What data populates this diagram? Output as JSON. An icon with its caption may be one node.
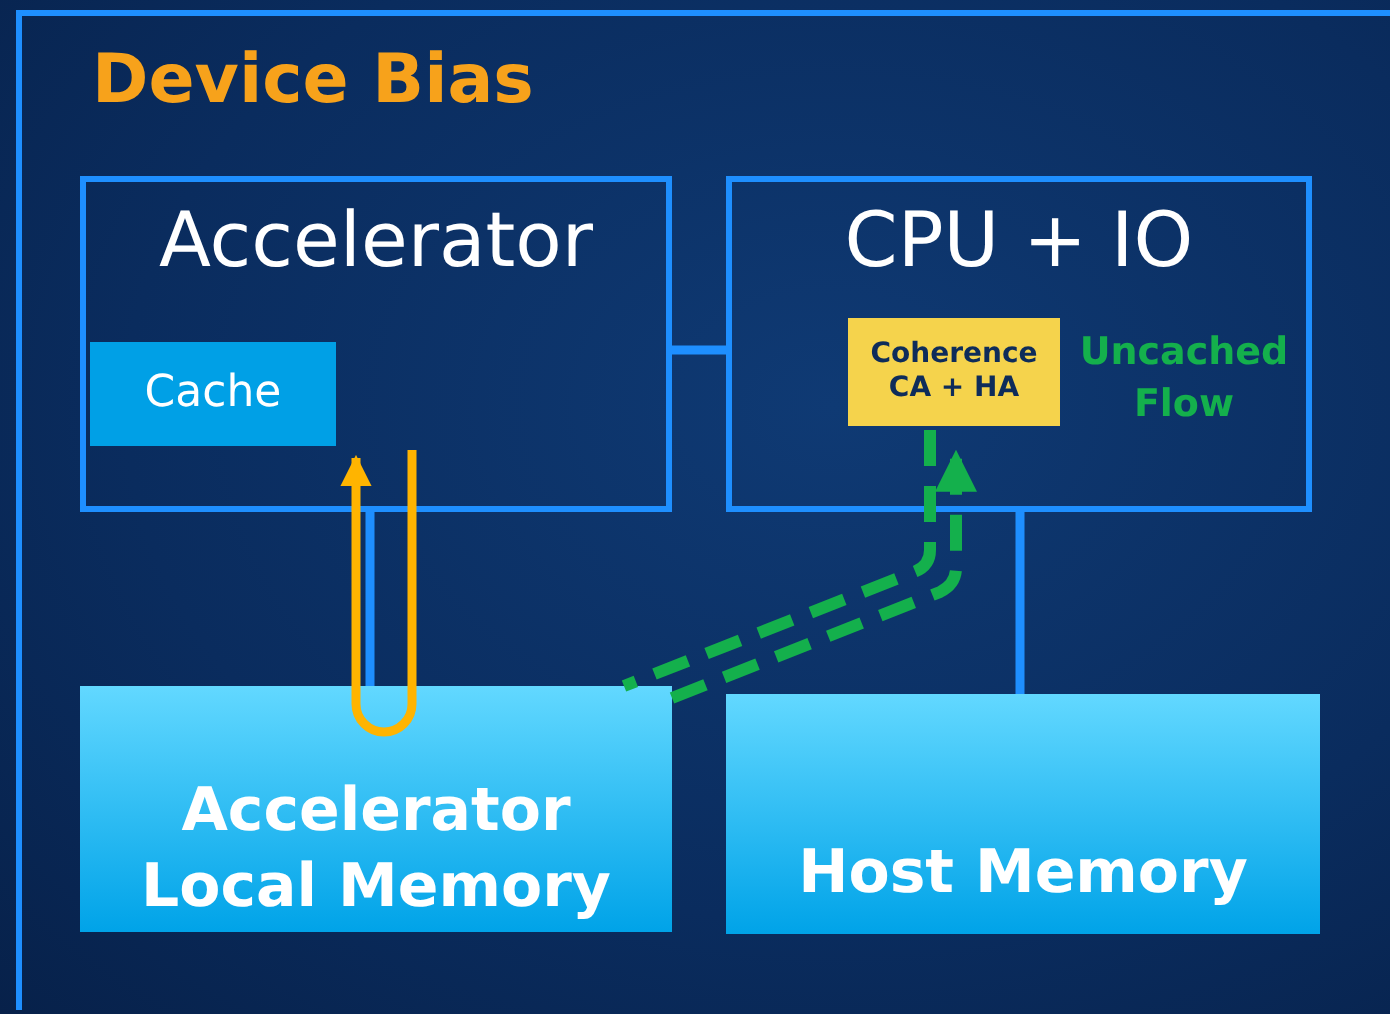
{
  "diagram": {
    "title": "Device Bias",
    "nodes": [
      {
        "text": [
          "Accelerator"
        ]
      },
      {
        "text": [
          "Cache"
        ],
        "in": 0
      },
      {
        "text": [
          "CPU + IO"
        ]
      },
      {
        "text": [
          "Coherence CA + HA"
        ],
        "in": 2,
        "beside": [
          "Uncached Flow"
        ]
      },
      {
        "text": [
          "Accelerator Local Memory"
        ]
      },
      {
        "text": [
          "Host Memory"
        ]
      }
    ],
    "edges": [
      {
        "from": 0,
        "to": 2,
        "arrow": "none"
      },
      {
        "from": 0,
        "to": 4,
        "arrow": "none"
      },
      {
        "from": 2,
        "to": 5,
        "arrow": "none"
      },
      {
        "from": 1,
        "to": 4,
        "arrow": "none",
        "color": "#ffb400"
      },
      {
        "from": 4,
        "to": 1,
        "arrow": "to",
        "color": "#ffb400"
      },
      {
        "from": 4,
        "to": 3,
        "arrow": "to",
        "style": "dashed",
        "color": "#14b04c"
      },
      {
        "from": 3,
        "to": 4,
        "arrow": "none",
        "style": "dashed",
        "color": "#14b04c"
      }
    ]
  }
}
